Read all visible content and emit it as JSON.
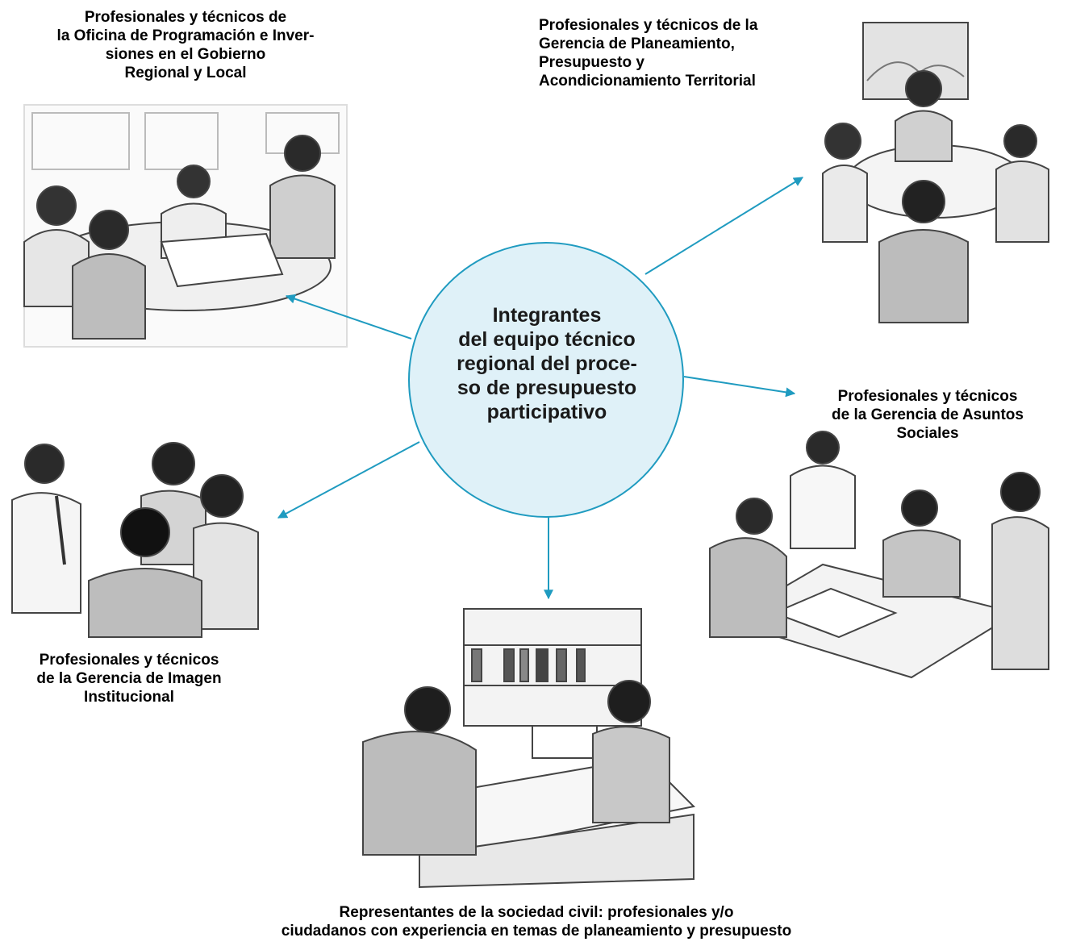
{
  "colors": {
    "accent": "#1f9bc0",
    "circle_fill": "#dff1f8",
    "ink": "#333333"
  },
  "center": {
    "lines": [
      "Integrantes",
      "del equipo técnico",
      "regional del proce-",
      "so de presupuesto",
      "participativo"
    ]
  },
  "groups": {
    "opi": {
      "lines": [
        "Profesionales y técnicos de",
        "la Oficina de Programación e Inver-",
        "siones en el Gobierno",
        "Regional y Local"
      ],
      "illustration": "meeting-around-table-illustration"
    },
    "planeamiento": {
      "lines": [
        "Profesionales y técnicos de la",
        "Gerencia de Planeamiento,",
        "Presupuesto y",
        "Acondicionamiento Territorial"
      ],
      "illustration": "meeting-with-map-illustration"
    },
    "asuntos_sociales": {
      "lines": [
        "Profesionales y técnicos",
        "de la Gerencia de Asuntos",
        "Sociales"
      ],
      "illustration": "team-reviewing-plans-illustration"
    },
    "imagen": {
      "lines": [
        "Profesionales y técnicos",
        "de la Gerencia de Imagen",
        "Institucional"
      ],
      "illustration": "group-conversation-illustration"
    },
    "sociedad_civil": {
      "lines": [
        "Representantes de la sociedad civil: profesionales y/o",
        "ciudadanos con experiencia en temas de planeamiento y presupuesto"
      ],
      "illustration": "desk-with-bookshelf-illustration"
    }
  }
}
